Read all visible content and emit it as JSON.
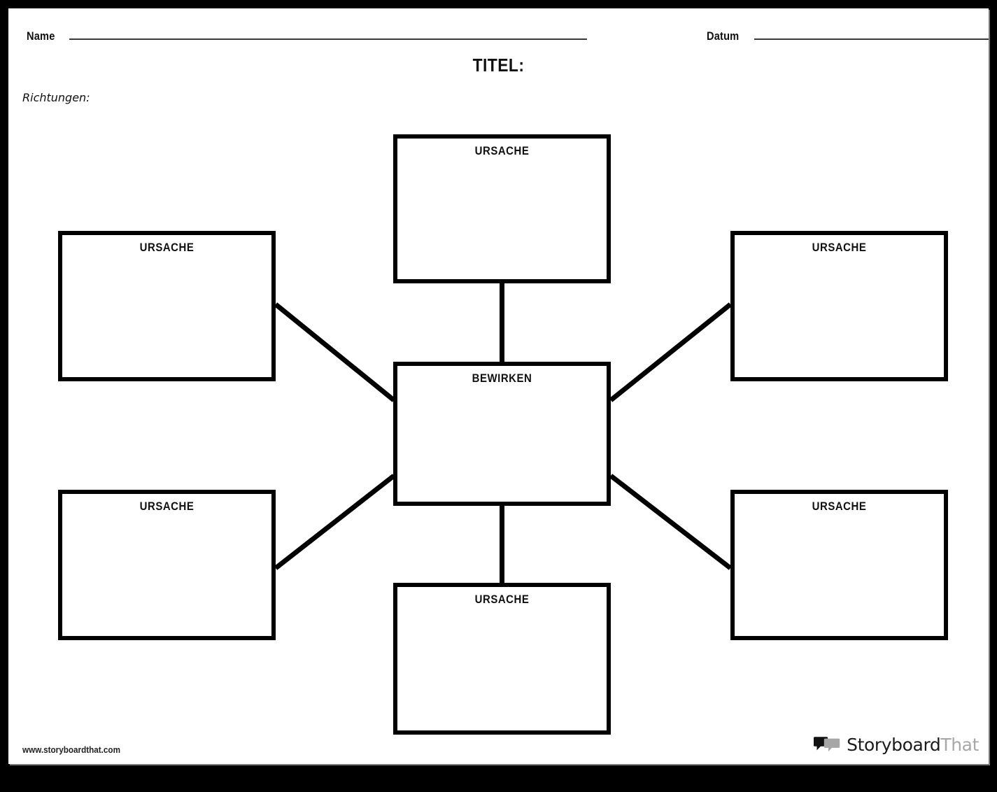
{
  "header": {
    "name_label": "Name",
    "date_label": "Datum",
    "title": "TITEL:",
    "directions_label": "Richtungen:"
  },
  "diagram": {
    "type": "cause-and-effect-web",
    "center": {
      "id": "effect",
      "label": "BEWIRKEN",
      "value": ""
    },
    "causes": [
      {
        "id": "cause-top",
        "label": "URSACHE",
        "value": "",
        "position": "top"
      },
      {
        "id": "cause-left-top",
        "label": "URSACHE",
        "value": "",
        "position": "left-top"
      },
      {
        "id": "cause-right-top",
        "label": "URSACHE",
        "value": "",
        "position": "right-top"
      },
      {
        "id": "cause-left-bottom",
        "label": "URSACHE",
        "value": "",
        "position": "left-bottom"
      },
      {
        "id": "cause-right-bottom",
        "label": "URSACHE",
        "value": "",
        "position": "right-bottom"
      },
      {
        "id": "cause-bottom",
        "label": "URSACHE",
        "value": "",
        "position": "bottom"
      }
    ],
    "connector_count": 6
  },
  "footer": {
    "url": "www.storyboardthat.com",
    "brand_primary": "Storyboard",
    "brand_secondary": "That",
    "brand_icon": "speech-bubbles-icon"
  },
  "colors": {
    "page_background": "#ffffff",
    "frame": "#000000",
    "ink": "#111111",
    "rule": "#3a3a3a",
    "brand_primary": "#1b1b1b",
    "brand_secondary": "#a8a8a8"
  }
}
